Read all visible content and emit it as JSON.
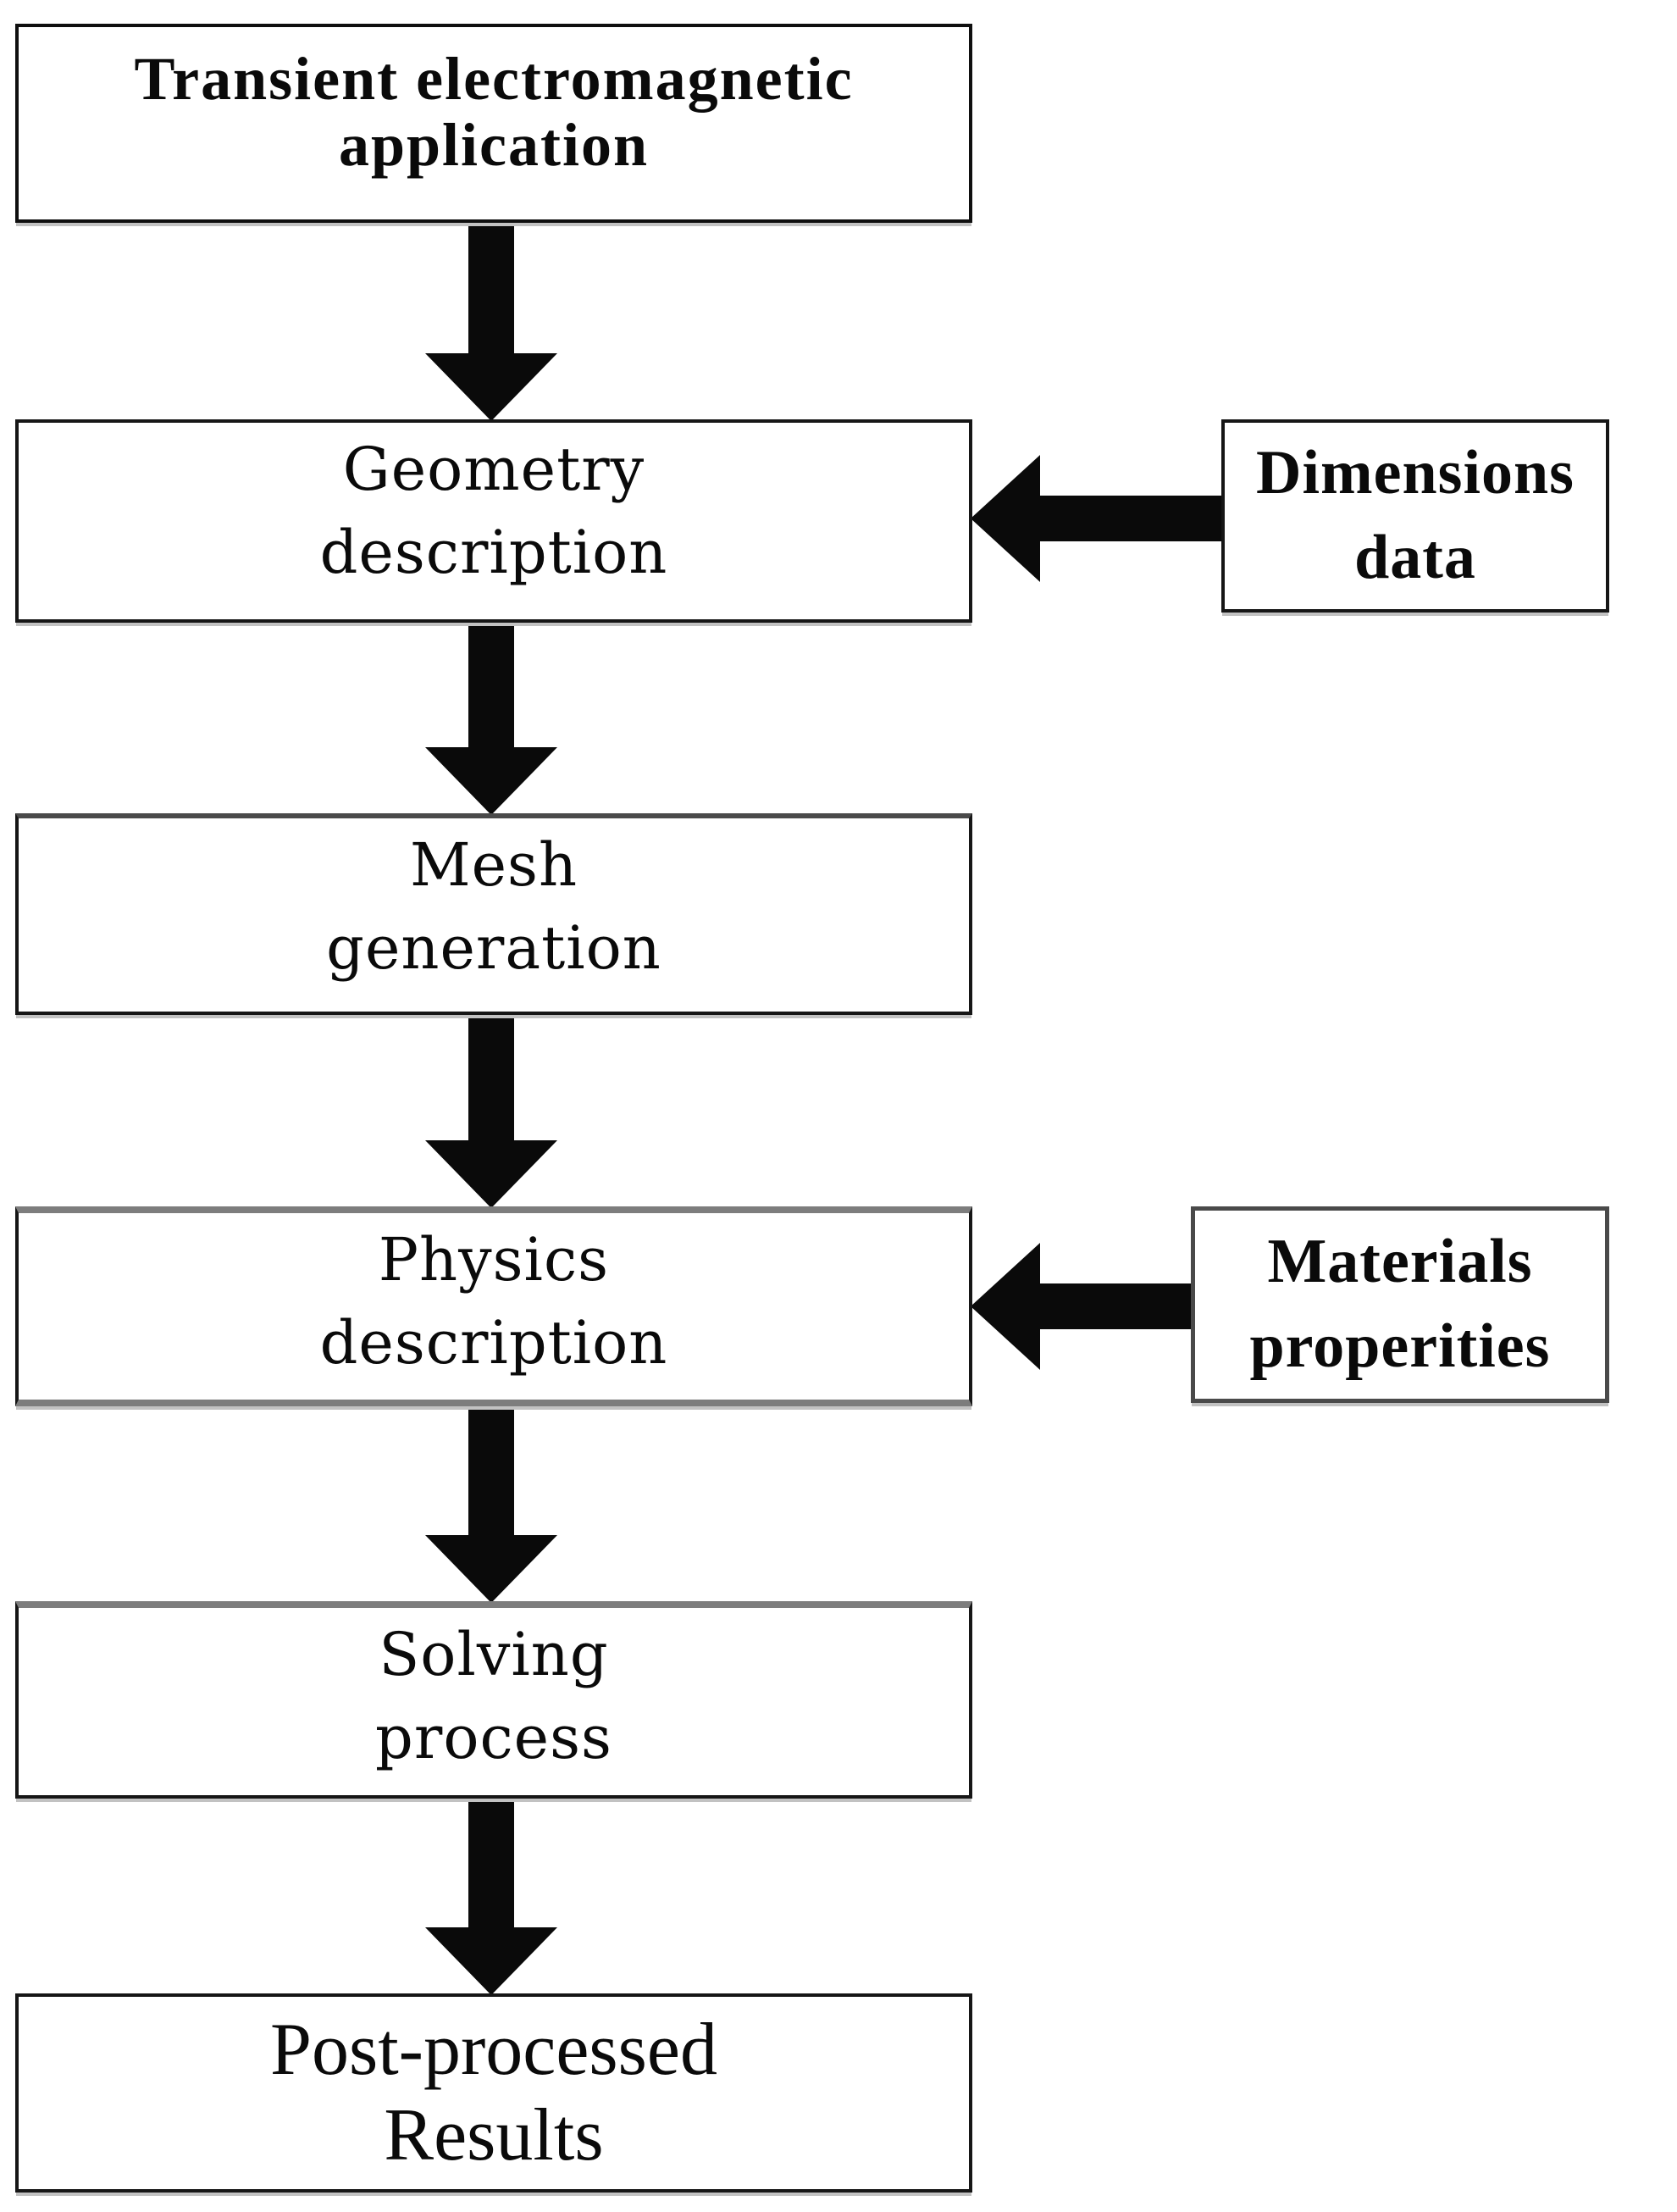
{
  "colors": {
    "background": "#ffffff",
    "text": "#0a0a0a",
    "arrow": "#0a0a0a",
    "border_black": "#161616",
    "border_gray": "#7d7d7d",
    "border_dark_gray": "#4a4a4a"
  },
  "nodes": {
    "transient": {
      "line1": "Transient electromagnetic",
      "line2": "application"
    },
    "geometry": {
      "line1": "Geometry",
      "line2": "description"
    },
    "mesh": {
      "line1": "Mesh",
      "line2": "generation"
    },
    "physics": {
      "line1": "Physics",
      "line2": "description"
    },
    "solving": {
      "line1": "Solving",
      "line2": "process"
    },
    "results": {
      "line1": "Post-processed",
      "line2": "Results"
    },
    "dimensions": {
      "line1": "Dimensions",
      "line2": "data"
    },
    "materials": {
      "line1": "Materials",
      "line2": "properities"
    }
  }
}
